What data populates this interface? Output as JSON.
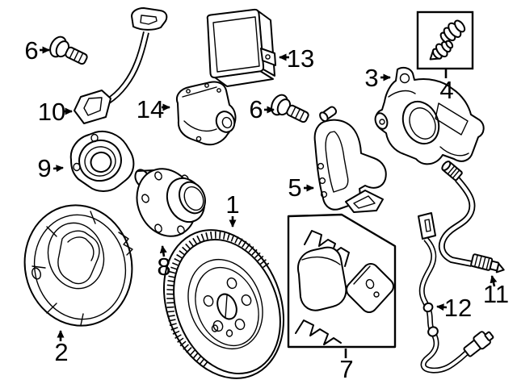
{
  "diagram": {
    "background_color": "#ffffff",
    "line_color": "#000000",
    "callouts": [
      {
        "num": "1"
      },
      {
        "num": "2"
      },
      {
        "num": "3"
      },
      {
        "num": "4"
      },
      {
        "num": "5"
      },
      {
        "num": "6"
      },
      {
        "num": "6"
      },
      {
        "num": "7"
      },
      {
        "num": "8"
      },
      {
        "num": "9"
      },
      {
        "num": "10"
      },
      {
        "num": "11"
      },
      {
        "num": "12"
      },
      {
        "num": "13"
      },
      {
        "num": "14"
      }
    ]
  }
}
